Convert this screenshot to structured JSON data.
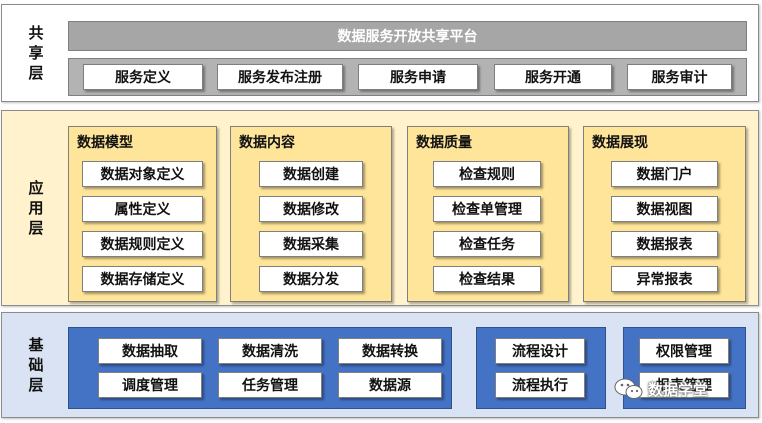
{
  "share_layer": {
    "label": "共享层",
    "platform_title": "数据服务开放共享平台",
    "services": [
      "服务定义",
      "服务发布注册",
      "服务申请",
      "服务开通",
      "服务审计"
    ]
  },
  "app_layer": {
    "label": "应用层",
    "groups": [
      {
        "title": "数据模型",
        "items": [
          "数据对象定义",
          "属性定义",
          "数据规则定义",
          "数据存储定义"
        ]
      },
      {
        "title": "数据内容",
        "items": [
          "数据创建",
          "数据修改",
          "数据采集",
          "数据分发"
        ]
      },
      {
        "title": "数据质量",
        "items": [
          "检查规则",
          "检查单管理",
          "检查任务",
          "检查结果"
        ]
      },
      {
        "title": "数据展现",
        "items": [
          "数据门户",
          "数据视图",
          "数据报表",
          "异常报表"
        ]
      }
    ]
  },
  "base_layer": {
    "label": "基础层",
    "group1": [
      "数据抽取",
      "数据清洗",
      "数据转换",
      "调度管理",
      "任务管理",
      "数据源"
    ],
    "group2": [
      "流程设计",
      "流程执行"
    ],
    "group3": [
      "权限管理",
      "报表管理"
    ]
  },
  "watermark": {
    "text": "数据学堂"
  },
  "colors": {
    "share_bar": "#a6a6a6",
    "app_bg": "#fff2cc",
    "app_group": "#fee599",
    "base_bg": "#dae3f3",
    "base_group": "#4472c4"
  }
}
